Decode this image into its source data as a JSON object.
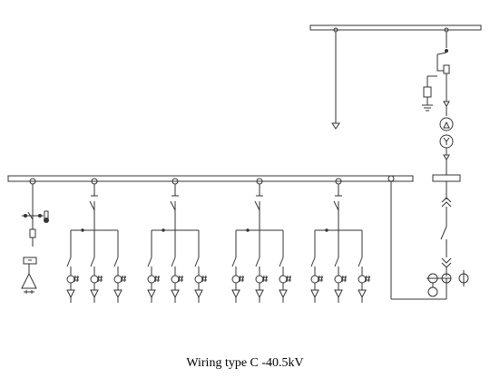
{
  "caption": "Wiring type C -40.5kV",
  "feeder_groups": 4,
  "branches_per_group": 3
}
